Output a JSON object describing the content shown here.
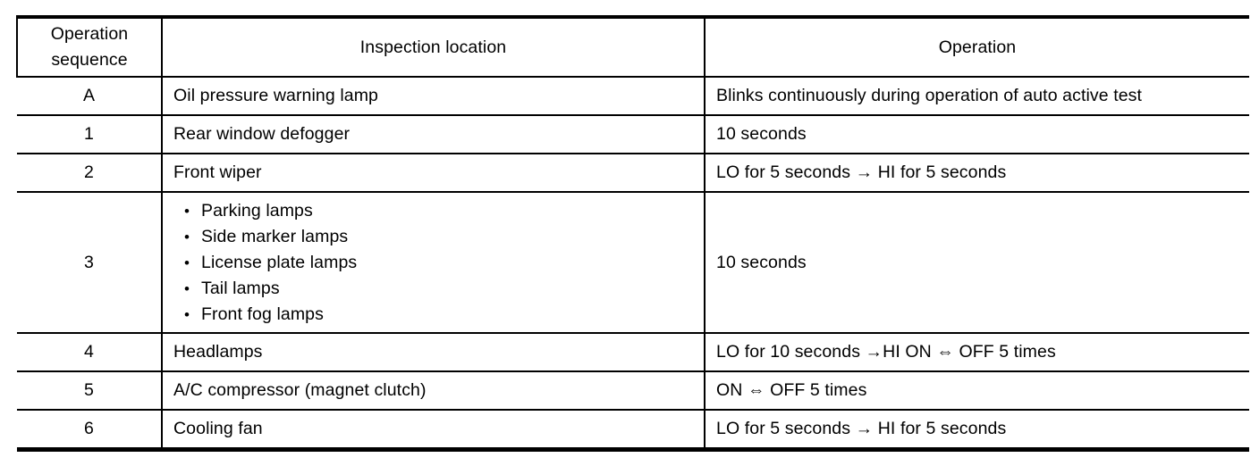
{
  "table": {
    "bullet": "•",
    "headers": {
      "sequence": "Operation sequence",
      "location": "Inspection location",
      "operation": "Operation"
    },
    "rows": [
      {
        "sequence": "A",
        "location": "Oil pressure warning lamp",
        "operation": "Blinks continuously during operation of auto active test"
      },
      {
        "sequence": "1",
        "location": "Rear window defogger",
        "operation": "10 seconds"
      },
      {
        "sequence": "2",
        "location": "Front wiper",
        "operation": "LO for 5 seconds → HI for 5 seconds"
      },
      {
        "sequence": "3",
        "location_items": [
          "Parking lamps",
          "Side marker lamps",
          "License plate lamps",
          "Tail lamps",
          "Front fog lamps"
        ],
        "operation": "10 seconds"
      },
      {
        "sequence": "4",
        "location": "Headlamps",
        "operation": "LO for 10 seconds →HI ON ⇔ OFF 5 times"
      },
      {
        "sequence": "5",
        "location": "A/C compressor (magnet clutch)",
        "operation": "ON ⇔ OFF 5 times"
      },
      {
        "sequence": "6",
        "location": "Cooling fan",
        "operation": "LO for 5 seconds → HI for 5 seconds"
      }
    ]
  }
}
